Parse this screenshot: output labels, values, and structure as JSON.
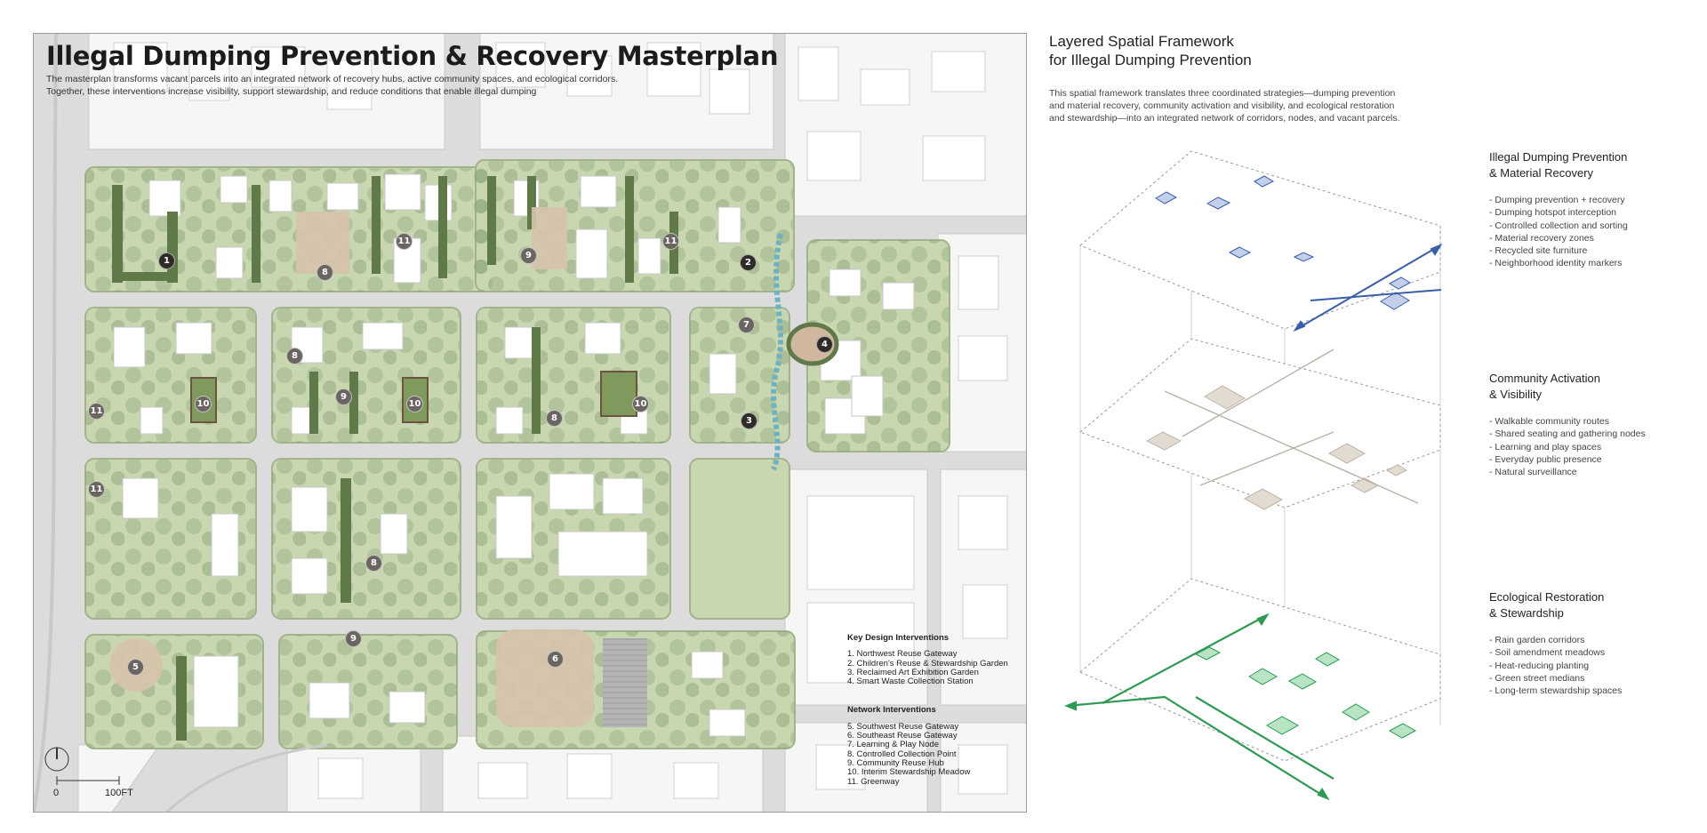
{
  "masterplan": {
    "title": "Illegal Dumping Prevention & Recovery Masterplan",
    "description_lines": [
      "The masterplan transforms vacant parcels into an integrated network of recovery hubs, active community spaces, and ecological corridors.",
      "Together, these interventions increase visibility, support stewardship, and reduce conditions that enable illegal dumping"
    ],
    "markers": [
      "1",
      "2",
      "3",
      "4",
      "5",
      "6",
      "7",
      "8",
      "9",
      "10",
      "11"
    ],
    "key_design": {
      "heading": "Key Design Interventions",
      "items": [
        "1. Northwest Reuse Gateway",
        "2. Children's Reuse & Stewardship Garden",
        "3. Reclaimed Art Exhibition Garden",
        "4. Smart Waste Collection Station"
      ]
    },
    "network": {
      "heading": "Network Interventions",
      "items": [
        "5. Southwest Reuse Gateway",
        "6. Southeast Reuse Gateway",
        "7. Learning & Play Node",
        "8. Controlled Collection Point",
        "9. Community Reuse Hub",
        "10. Interim Stewardship Meadow",
        "11. Greenway"
      ]
    },
    "scale": {
      "zero": "0",
      "distance": "100FT"
    }
  },
  "framework": {
    "title_lines": [
      "Layered Spatial Framework",
      "for Illegal Dumping Prevention"
    ],
    "description_lines": [
      "This spatial framework translates three coordinated strategies—dumping prevention",
      "and material recovery, community activation and visibility, and ecological restoration",
      "and stewardship—into an integrated network of corridors, nodes, and vacant parcels."
    ],
    "layers": [
      {
        "title_lines": [
          "Illegal Dumping Prevention",
          "& Material Recovery"
        ],
        "color": "#3a5ea8",
        "items": [
          "- Dumping prevention + recovery",
          "- Dumping hotspot interception",
          "- Controlled collection and sorting",
          "- Material recovery zones",
          "- Recycled site furniture",
          "- Neighborhood identity markers"
        ]
      },
      {
        "title_lines": [
          "Community Activation",
          "& Visibility"
        ],
        "color": "#b8b2a6",
        "items": [
          "- Walkable community routes",
          "- Shared seating and gathering nodes",
          "- Learning and play spaces",
          "- Everyday public presence",
          "- Natural surveillance"
        ]
      },
      {
        "title_lines": [
          "Ecological Restoration",
          "& Stewardship"
        ],
        "color": "#2e9a55",
        "items": [
          "- Rain garden corridors",
          "- Soil amendment meadows",
          "- Heat-reducing planting",
          "- Green street medians",
          "- Long-term stewardship spaces"
        ]
      }
    ]
  }
}
